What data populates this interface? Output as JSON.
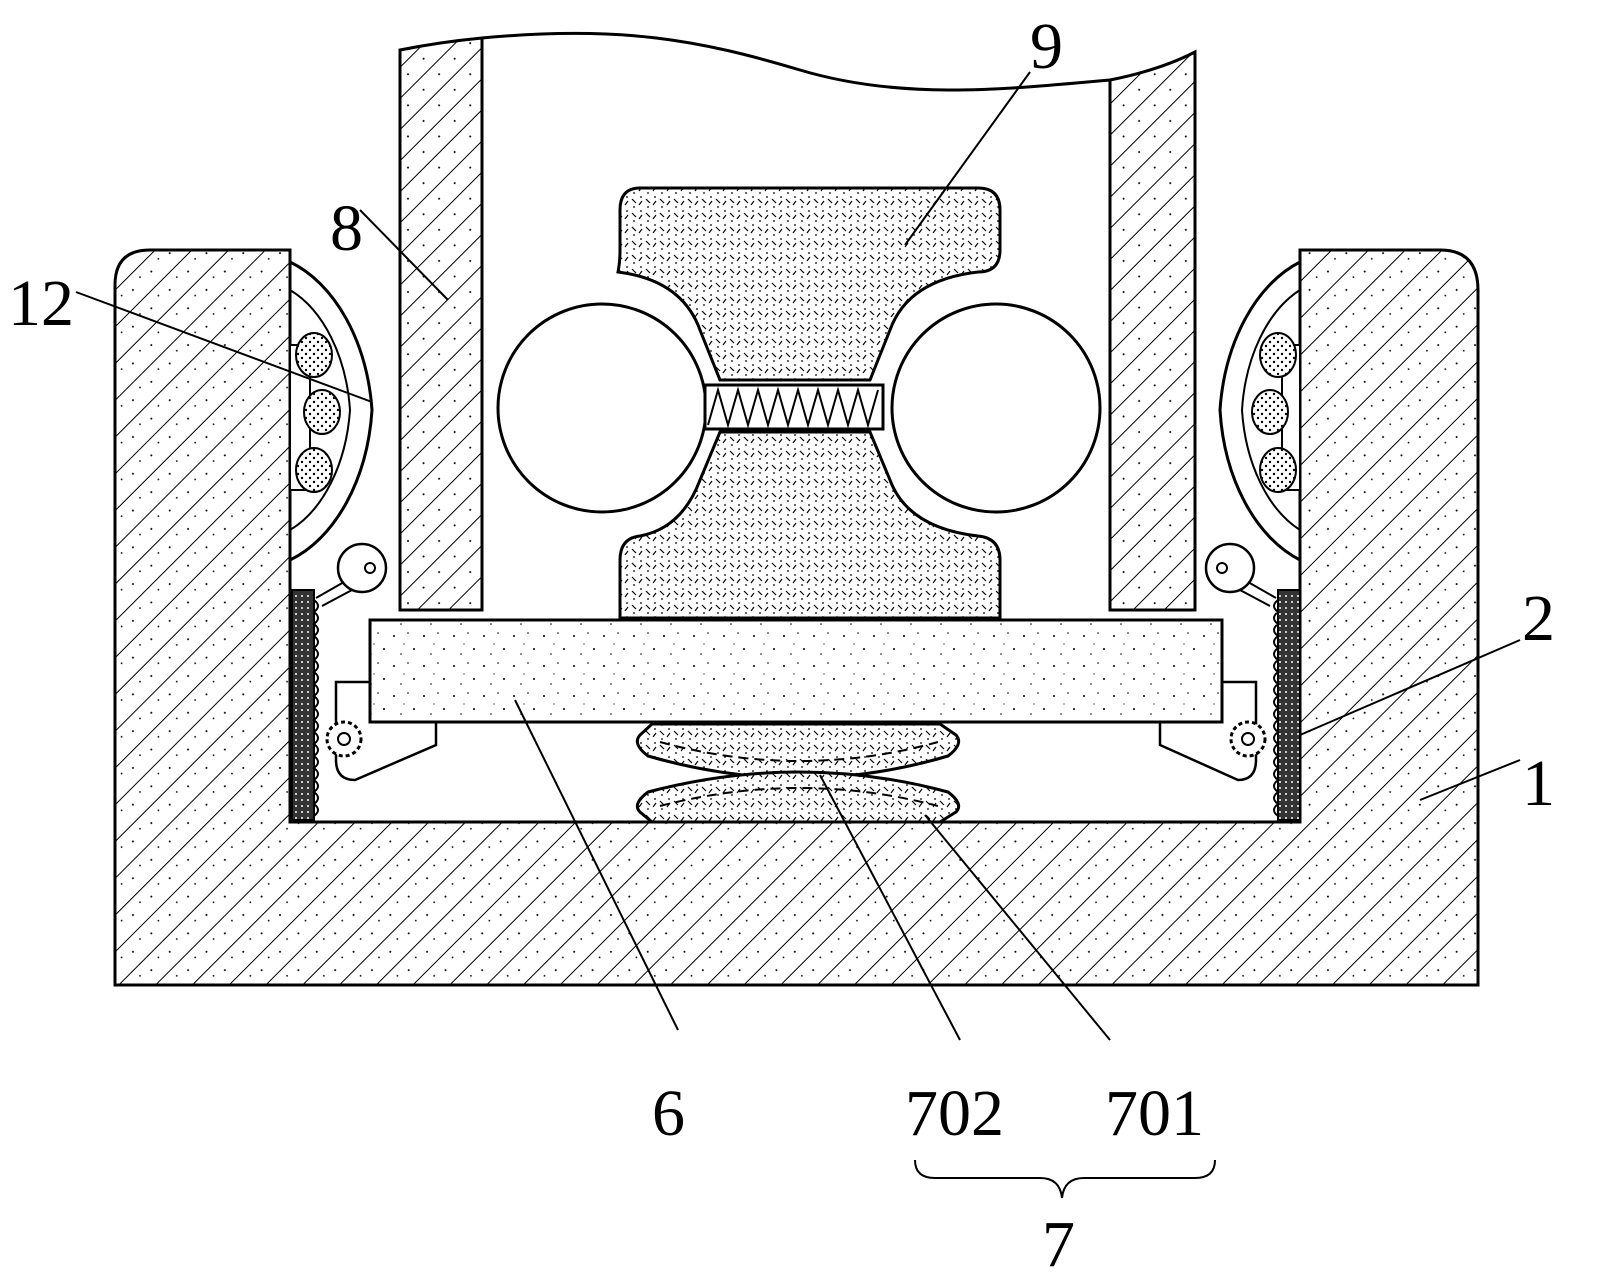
{
  "figure": {
    "type": "mechanical cross-section drawing",
    "labels": {
      "l1": "1",
      "l2": "2",
      "l6": "6",
      "l7": "7",
      "l8": "8",
      "l9": "9",
      "l12": "12",
      "l701": "701",
      "l702": "702"
    },
    "colors": {
      "line": "#000000",
      "background": "#ffffff",
      "hatch": "#000000"
    }
  }
}
